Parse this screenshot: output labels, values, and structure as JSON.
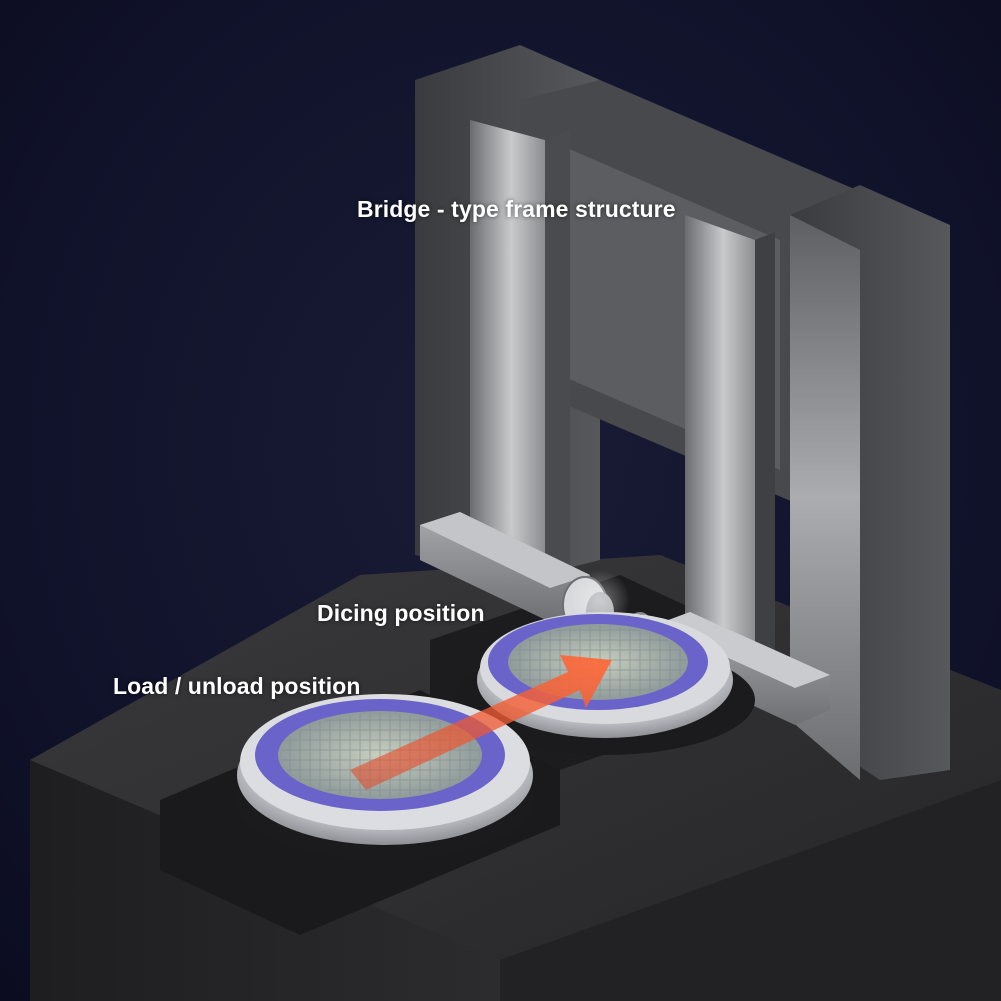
{
  "labels": {
    "bridge": "Bridge - type frame structure",
    "dicing": "Dicing position",
    "load": "Load / unload position"
  },
  "colors": {
    "background": "#11132a",
    "label_text": "#ffffff",
    "frame_gray": "#5a5c60",
    "base_dark": "#2b2b2d",
    "wafer_ring": "#6a63c9",
    "arrow": "#e04a2a"
  },
  "icons": {
    "arrow": "transfer-arrow-icon",
    "blade": "dicing-blade-icon"
  }
}
